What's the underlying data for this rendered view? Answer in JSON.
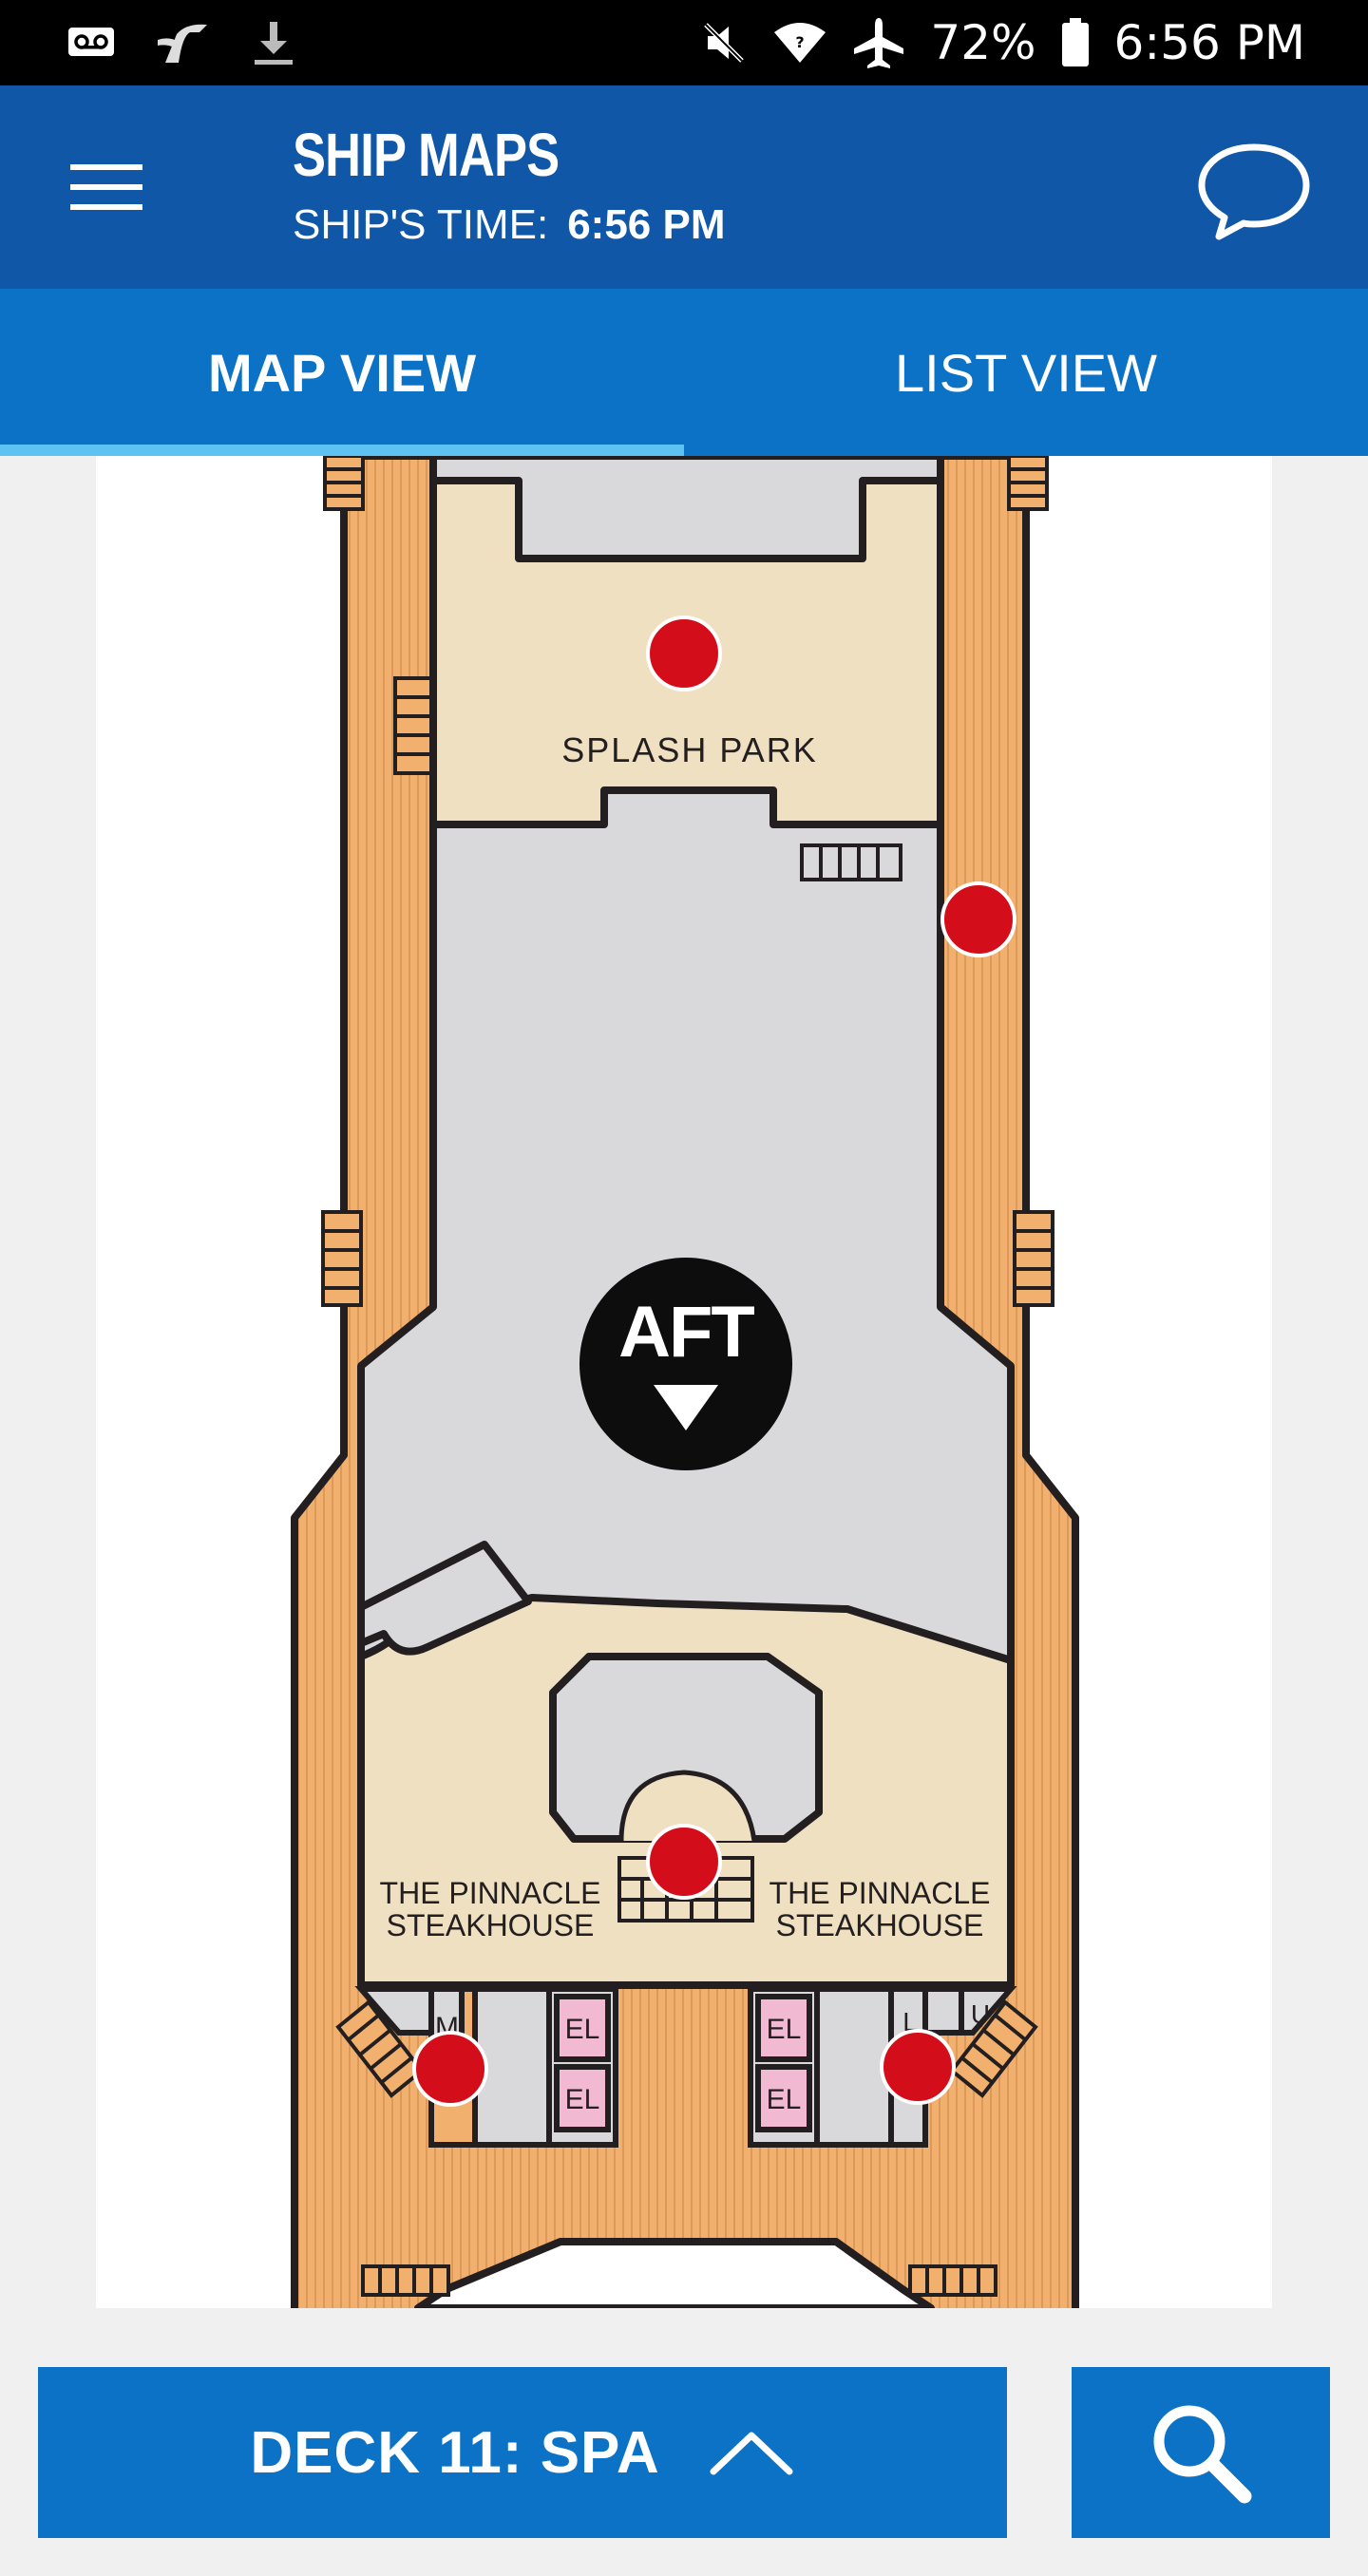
{
  "status_bar": {
    "battery": "72%",
    "time": "6:56 PM",
    "icons": [
      "voicemail-icon",
      "carnival-logo-icon",
      "download-icon",
      "mute-icon",
      "wifi-icon",
      "airplane-mode-icon",
      "battery-icon"
    ]
  },
  "header": {
    "title": "SHIP MAPS",
    "ship_time_label": "SHIP'S TIME:",
    "ship_time_value": "6:56 PM",
    "icons": [
      "menu-icon",
      "chat-icon"
    ]
  },
  "tabs": [
    {
      "label": "MAP VIEW",
      "active": true
    },
    {
      "label": "LIST VIEW",
      "active": false
    }
  ],
  "map": {
    "rooms": {
      "splash_park": "SPLASH PARK",
      "pinnacle_left_line1": "THE PINNACLE",
      "pinnacle_left_line2": "STEAKHOUSE",
      "pinnacle_right_line1": "THE PINNACLE",
      "pinnacle_right_line2": "STEAKHOUSE"
    },
    "direction_badge": "AFT",
    "elevator_labels": [
      "EL",
      "EL",
      "EL",
      "EL"
    ],
    "restroom_labels": {
      "men": "M",
      "ladies": "L",
      "unisex": "U"
    },
    "colors": {
      "deck_wood": "#f1b06e",
      "venue_fill": "#efe0c2",
      "corridor_fill": "#d9d9dc",
      "elevator_fill": "#f2b9d3",
      "marker_red": "#d40d1a",
      "outline": "#231f20"
    }
  },
  "footer": {
    "deck_label": "DECK 11: SPA",
    "icons": [
      "chevron-up-icon",
      "search-icon"
    ]
  },
  "colors": {
    "header_bg": "#1057a8",
    "tab_bg": "#0b72c6",
    "tab_indicator": "#5cc3f2",
    "button_bg": "#0b72c6"
  }
}
